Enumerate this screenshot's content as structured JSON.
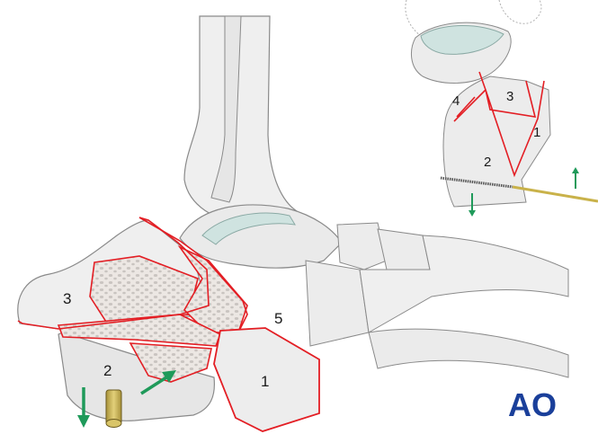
{
  "figure": {
    "description": "Calcaneus fracture, lateral view of foot with fracture fragments outlined in red; inset posterior-axial view with Schanz pin",
    "colors": {
      "bone_fill": "#ececec",
      "bone_stroke": "#8a8a8a",
      "cartilage": "#cfe3e0",
      "fracture_line": "#e31e24",
      "cancellous": "#d4cfcb",
      "arrow": "#1f9a5a",
      "pin": "#c9b24a",
      "logo": "#1a3f9a"
    }
  },
  "main_view": {
    "fragments": [
      {
        "id": "1",
        "label": "1"
      },
      {
        "id": "2",
        "label": "2"
      },
      {
        "id": "3",
        "label": "3"
      },
      {
        "id": "5",
        "label": "5"
      }
    ],
    "arrows": [
      {
        "name": "downward-traction-arrow",
        "direction": "down"
      },
      {
        "name": "reduction-arrow",
        "direction": "up-right"
      }
    ],
    "implant": "schanz-pin-end"
  },
  "inset_view": {
    "fragments": [
      {
        "id": "1",
        "label": "1"
      },
      {
        "id": "2",
        "label": "2"
      },
      {
        "id": "3",
        "label": "3"
      },
      {
        "id": "4",
        "label": "4"
      }
    ],
    "arrows": [
      {
        "name": "down-arrow",
        "direction": "down"
      },
      {
        "name": "up-arrow",
        "direction": "up"
      }
    ],
    "implant": "schanz-pin"
  },
  "logo": {
    "text": "AO"
  }
}
